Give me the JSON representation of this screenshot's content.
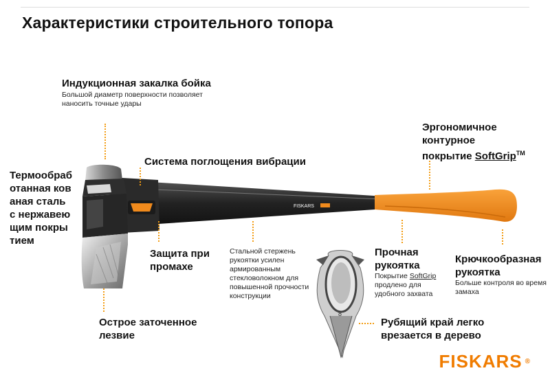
{
  "title": "Характеристики строительного топора",
  "labels": {
    "induction_title": "Индукционная закалка бойка",
    "induction_desc": "Большой диаметр поверхности позволяет наносить точные удары",
    "vibration": "Система поглощения вибрации",
    "ergonomic_1": "Эргономичное",
    "ergonomic_2": "контурное",
    "ergonomic_3": "покрытие ",
    "ergonomic_softgrip": "SoftGrip",
    "ergonomic_tm": "TM",
    "heat_treated": "Термообработанная кованая сталь с нержавеющим покрытием",
    "overstrike": "Защита при промахе",
    "steel_core": "Стальной стержень рукоятки усилен армированным стекловолокном для повышенной прочности конструкции",
    "durable_title": "Прочная рукоятка",
    "durable_desc_1": "Покрытие ",
    "durable_desc_softgrip": "SoftGrip",
    "durable_desc_2": " продлено для удобного захвата",
    "hook_title": "Крючкообразная рукоятка",
    "hook_desc": "Больше контроля во время замаха",
    "sharp_blade": "Острое заточенное лезвие",
    "cutting_edge": "Рубящий край легко врезается в дерево",
    "handle_brand": "FISKARS",
    "head_number": "8"
  },
  "logo": {
    "text": "FISKARS",
    "reg": "®"
  },
  "colors": {
    "accent": "#f39c12",
    "handle_orange": "#f08a1c",
    "dark": "#1e1e1e"
  }
}
